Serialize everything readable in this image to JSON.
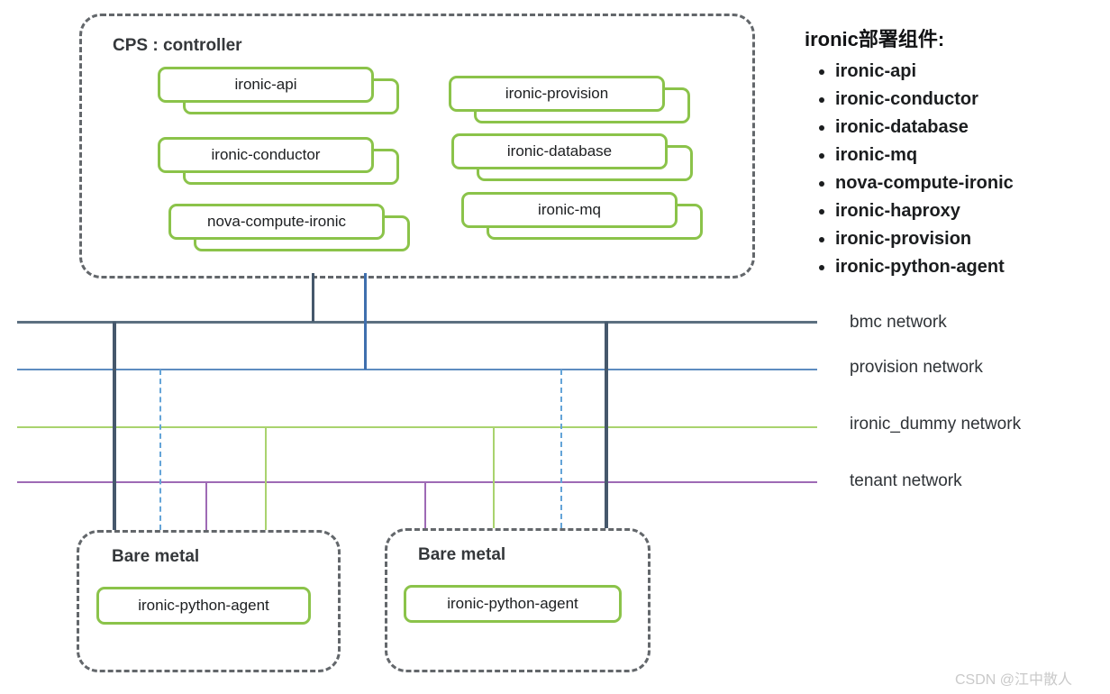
{
  "controller": {
    "label": "CPS : controller",
    "components": [
      "ironic-api",
      "ironic-conductor",
      "nova-compute-ironic",
      "ironic-provision",
      "ironic-database",
      "ironic-mq"
    ]
  },
  "bare_metal_nodes": [
    {
      "label": "Bare metal",
      "component": "ironic-python-agent"
    },
    {
      "label": "Bare metal",
      "component": "ironic-python-agent"
    }
  ],
  "networks": [
    {
      "name": "bmc network",
      "color": "#5c7080",
      "line_style": "solid"
    },
    {
      "name": "provision network",
      "color": "#5d8cc0",
      "line_style": "solid"
    },
    {
      "name": "ironic_dummy network",
      "color": "#a9d36e",
      "line_style": "solid"
    },
    {
      "name": "tenant network",
      "color": "#9e6ab5",
      "line_style": "solid"
    }
  ],
  "legend": {
    "title": "ironic部署组件:",
    "items": [
      "ironic-api",
      "ironic-conductor",
      "ironic-database",
      "ironic-mq",
      "nova-compute-ironic",
      "ironic-haproxy",
      "ironic-provision",
      "ironic-python-agent"
    ]
  },
  "watermark": "CSDN @江中散人",
  "colors": {
    "component_border": "#8bc34a",
    "dashed_frame": "#63676b",
    "bmc_line": "#5c7080",
    "bmc_connector": "#46586c",
    "provision_line": "#5d8cc0",
    "provision_connector": "#3f6fae",
    "provision_dashed_connector": "#64a4d8",
    "ironic_dummy_line": "#a9d36e",
    "tenant_line": "#9e6ab5"
  }
}
